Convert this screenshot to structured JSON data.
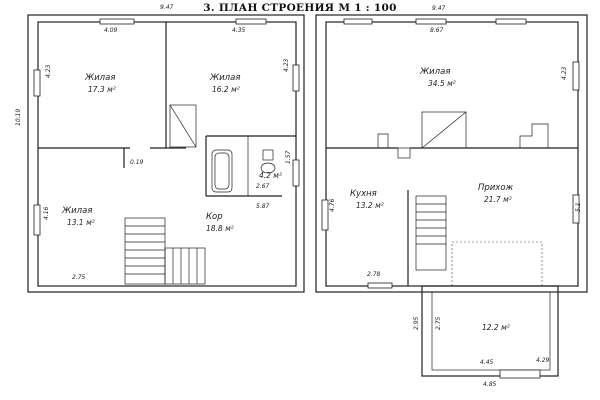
{
  "title": "3. ПЛАН СТРОЕНИЯ М 1 : 100",
  "left_building": {
    "rooms": [
      {
        "name": "Жилая",
        "area": "17.3 м²"
      },
      {
        "name": "Жилая",
        "area": "16.2 м²"
      },
      {
        "name": "Жилая",
        "area": "13.1 м²"
      },
      {
        "name": "Кор",
        "area": "18.8 м²"
      },
      {
        "name": "",
        "area": "4.2 м²"
      }
    ],
    "dims": {
      "top_outer": "9.47",
      "left_outer": "10.19",
      "room1_top": "4.09",
      "room2_top": "4.35",
      "room1_side": "4.23",
      "room2_side": "4.23",
      "room3_side": "4.16",
      "bottom": "2.75",
      "corr": "0.19",
      "bath_w": "2.67",
      "bath_side": "1.57",
      "kor_side": "5.87"
    }
  },
  "right_building": {
    "rooms": [
      {
        "name": "Жилая",
        "area": "34.5 м²"
      },
      {
        "name": "Кухня",
        "area": "13.2 м²"
      },
      {
        "name": "Прихож",
        "area": "21.7 м²"
      },
      {
        "name": "",
        "area": "12.2 м²"
      }
    ],
    "dims": {
      "top_outer": "9.47",
      "top_inner": "8.67",
      "right_side": "4.23",
      "left_side": "4.76",
      "right_side2": "5.1",
      "kitchen_bottom": "2.78",
      "porch_left_outer": "2.95",
      "porch_left_inner": "2.75",
      "porch_bottom_inner": "4.45",
      "porch_right": "4.29",
      "porch_bottom_outer": "4.85"
    }
  }
}
